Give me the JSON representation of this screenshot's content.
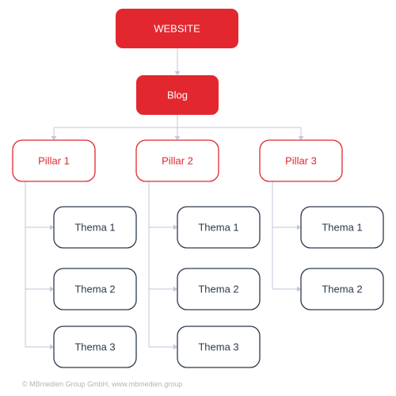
{
  "root": {
    "label": "WEBSITE"
  },
  "blog": {
    "label": "Blog"
  },
  "pillars": [
    {
      "label": "Pillar 1",
      "themes": [
        "Thema 1",
        "Thema 2",
        "Thema 3"
      ]
    },
    {
      "label": "Pillar 2",
      "themes": [
        "Thema 1",
        "Thema 2",
        "Thema 3"
      ]
    },
    {
      "label": "Pillar 3",
      "themes": [
        "Thema 1",
        "Thema 2"
      ]
    }
  ],
  "footer": {
    "copyright": "© MBmedien Group GmbH, www.mbmedien.group"
  },
  "colors": {
    "brand_red": "#e2272f",
    "node_border_dark": "#2d3a4d",
    "connector": "#c3c6d8",
    "footer_text": "#b4b4b4"
  }
}
